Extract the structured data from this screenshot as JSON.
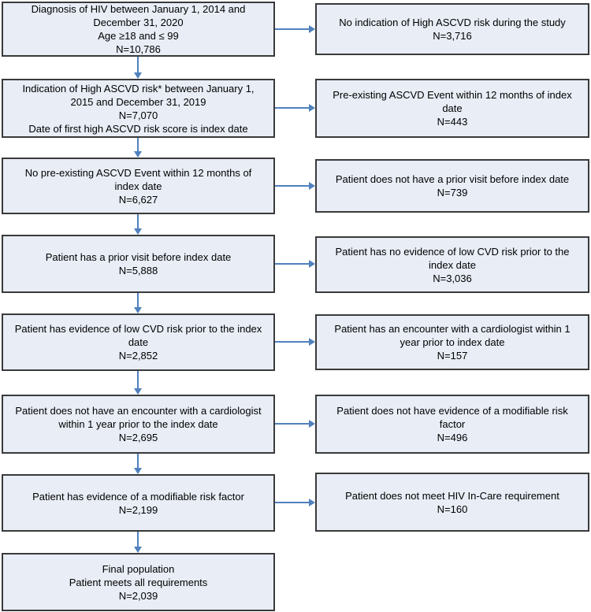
{
  "flow": {
    "colors": {
      "box_fill": "#e8edf6",
      "box_border": "#3a3a3a",
      "arrow": "#4f81bd"
    },
    "main_steps": [
      {
        "text": "Diagnosis of HIV between January 1, 2014 and\nDecember 31, 2020\nAge ≥18 and ≤ 99\nN=10,786",
        "n": "10,786"
      },
      {
        "text": "Indication of High ASCVD risk* between January 1,\n2015 and December 31, 2019\nN=7,070\nDate of first high ASCVD risk score is index date",
        "n": "7,070"
      },
      {
        "text": "No pre-existing ASCVD Event within 12 months of\nindex date\nN=6,627",
        "n": "6,627"
      },
      {
        "text": "Patient has a prior visit before index date\nN=5,888",
        "n": "5,888"
      },
      {
        "text": "Patient has evidence of low CVD risk prior to the index\ndate\nN=2,852",
        "n": "2,852"
      },
      {
        "text": "Patient does not have an encounter with a cardiologist\nwithin 1 year prior to the index date\nN=2,695",
        "n": "2,695"
      },
      {
        "text": "Patient has evidence of a modifiable risk factor\nN=2,199",
        "n": "2,199"
      },
      {
        "text": "Final population\nPatient meets all requirements\nN=2,039",
        "n": "2,039"
      }
    ],
    "exclusions": [
      {
        "text": "No indication of High ASCVD risk during the study\nN=3,716",
        "n": "3,716"
      },
      {
        "text": "Pre-existing ASCVD Event within 12 months of index\ndate\nN=443",
        "n": "443"
      },
      {
        "text": "Patient does not have a prior visit before index date\nN=739",
        "n": "739"
      },
      {
        "text": "Patient has no evidence of low CVD risk prior to the\nindex date\nN=3,036",
        "n": "3,036"
      },
      {
        "text": "Patient has an encounter with a cardiologist within 1\nyear prior to index date\nN=157",
        "n": "157"
      },
      {
        "text": "Patient does not have evidence of a modifiable risk\nfactor\nN=496",
        "n": "496"
      },
      {
        "text": "Patient does not meet HIV In-Care requirement\nN=160",
        "n": "160"
      }
    ]
  }
}
